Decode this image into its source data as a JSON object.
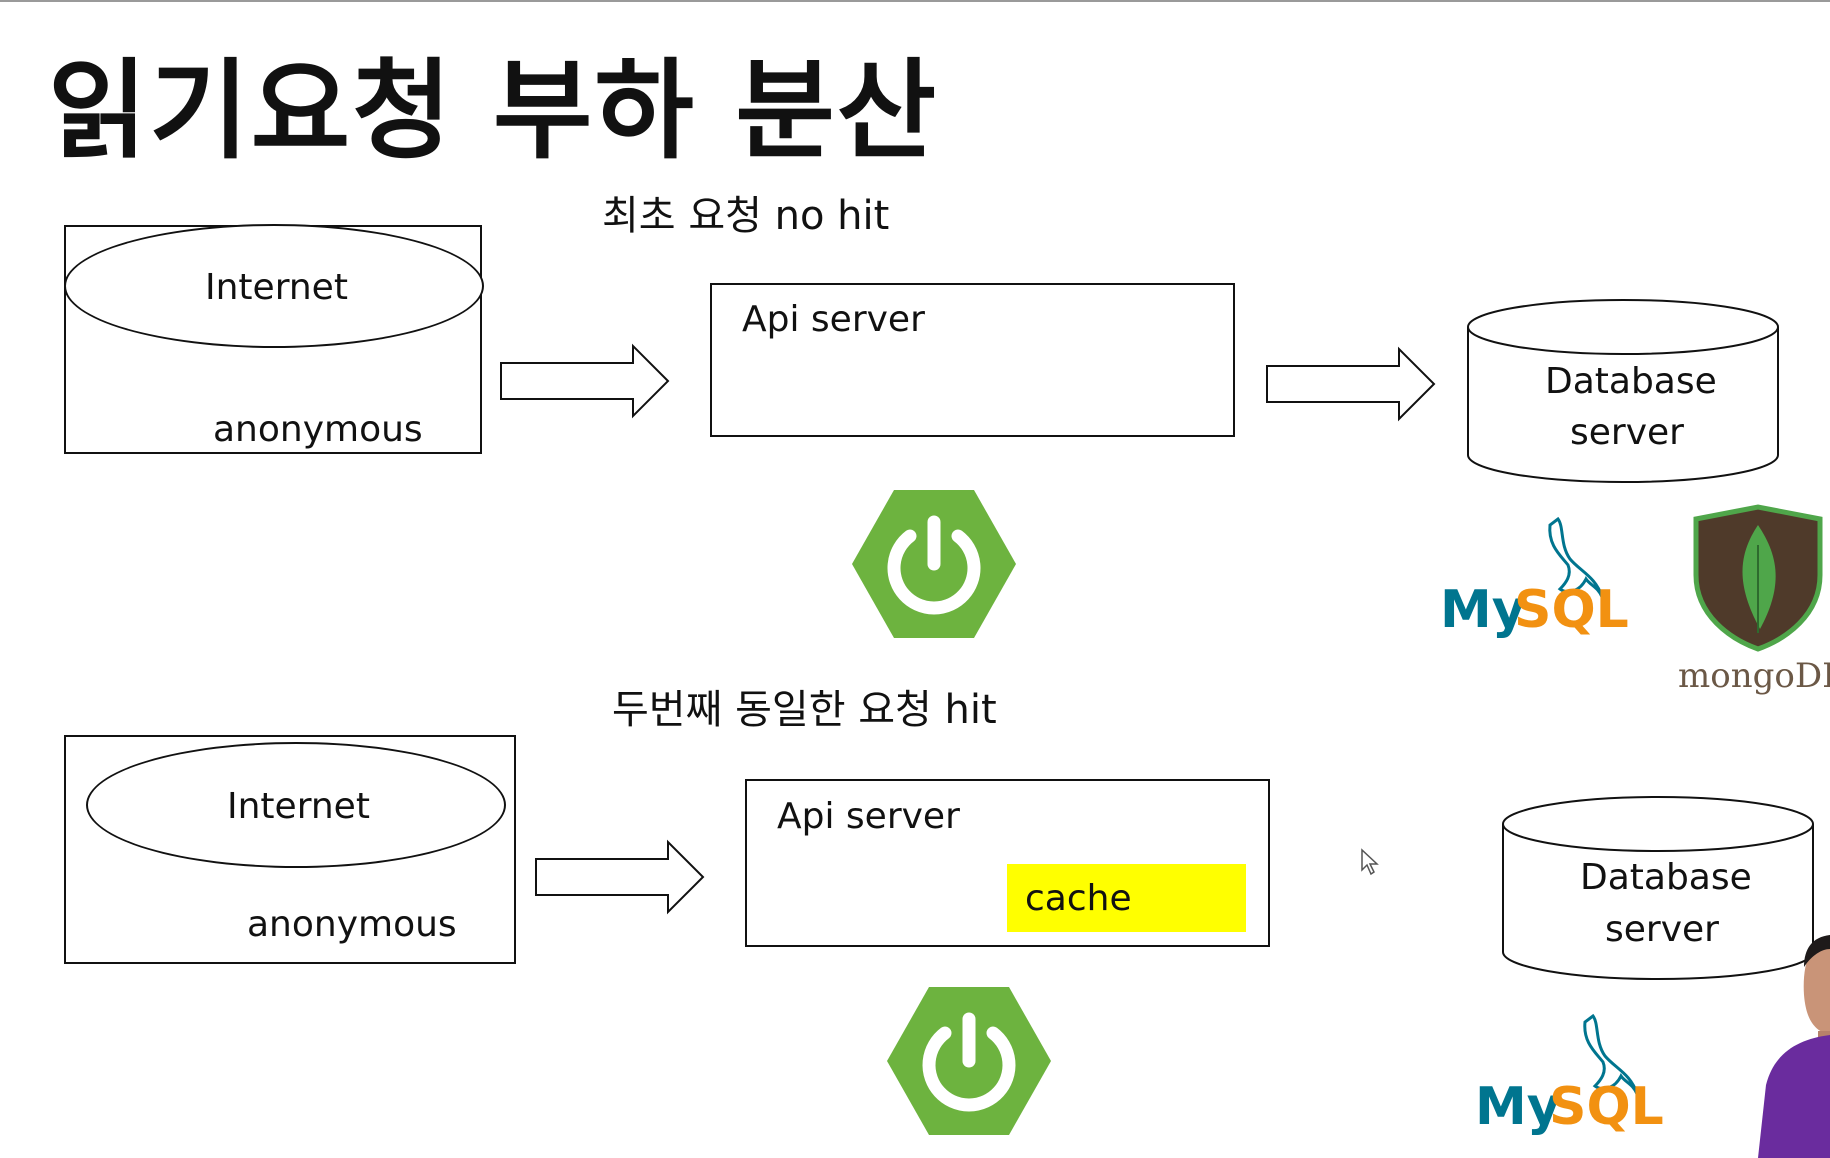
{
  "title": "읽기요청 부하 분산",
  "scenario1": {
    "caption": "최초 요청 no hit",
    "client_label": "Internet",
    "client_sublabel": "anonymous",
    "api_label": "Api server",
    "db_label_line1": "Database",
    "db_label_line2": "server"
  },
  "scenario2": {
    "caption": "두번째 동일한 요청  hit",
    "client_label": "Internet",
    "client_sublabel": "anonymous",
    "api_label": "Api server",
    "cache_label": "cache",
    "db_label_line1": "Database",
    "db_label_line2": "server"
  },
  "logos": {
    "mysql_my": "My",
    "mysql_sql": "SQL",
    "mongodb": "mongoDB"
  },
  "colors": {
    "spring_green": "#6db33f",
    "cache_yellow": "#ffff00",
    "mysql_blue": "#00758f",
    "mysql_orange": "#f29111",
    "mongo_brown": "#4f3a2a",
    "mongo_leaf": "#4fa64a",
    "presenter_purple": "#6a2c9e"
  },
  "icons": [
    "spring-boot-icon",
    "mysql-logo",
    "mongodb-logo",
    "mouse-cursor-icon",
    "arrow-right-icon"
  ]
}
